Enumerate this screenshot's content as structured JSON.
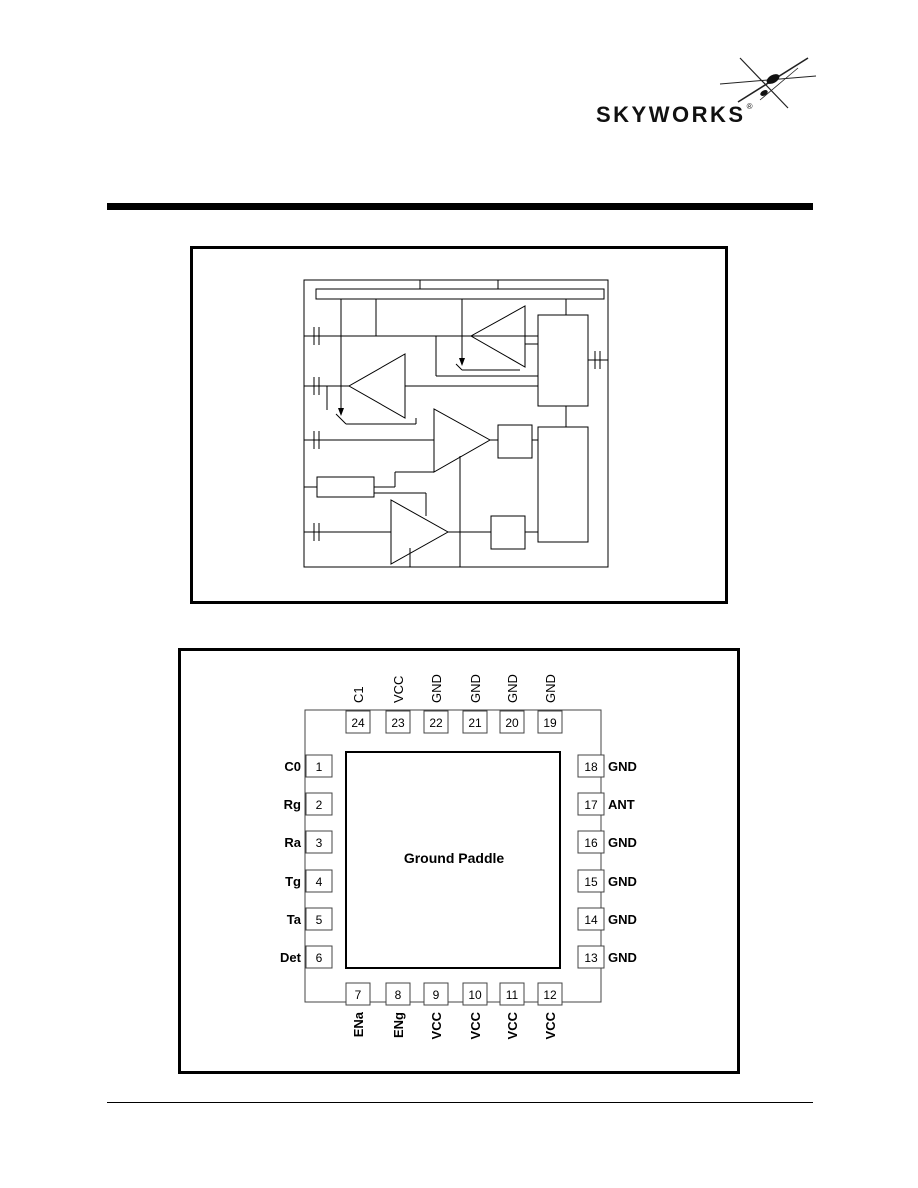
{
  "header": {
    "logo_text": "SKYWORKS",
    "logo_reg": "®",
    "logo_icon": "skyworks-star-icon"
  },
  "pinout": {
    "center_label": "Ground Paddle",
    "left": [
      {
        "num": "1",
        "name": "C0"
      },
      {
        "num": "2",
        "name": "Rg"
      },
      {
        "num": "3",
        "name": "Ra"
      },
      {
        "num": "4",
        "name": "Tg"
      },
      {
        "num": "5",
        "name": "Ta"
      },
      {
        "num": "6",
        "name": "Det"
      }
    ],
    "bottom": [
      {
        "num": "7",
        "name": "ENa"
      },
      {
        "num": "8",
        "name": "ENg"
      },
      {
        "num": "9",
        "name": "VCC"
      },
      {
        "num": "10",
        "name": "VCC"
      },
      {
        "num": "11",
        "name": "VCC"
      },
      {
        "num": "12",
        "name": "VCC"
      }
    ],
    "right": [
      {
        "num": "13",
        "name": "GND"
      },
      {
        "num": "14",
        "name": "GND"
      },
      {
        "num": "15",
        "name": "GND"
      },
      {
        "num": "16",
        "name": "GND"
      },
      {
        "num": "17",
        "name": "ANT"
      },
      {
        "num": "18",
        "name": "GND"
      }
    ],
    "top": [
      {
        "num": "19",
        "name": "GND"
      },
      {
        "num": "20",
        "name": "GND"
      },
      {
        "num": "21",
        "name": "GND"
      },
      {
        "num": "22",
        "name": "GND"
      },
      {
        "num": "23",
        "name": "VCC"
      },
      {
        "num": "24",
        "name": "C1"
      }
    ]
  }
}
